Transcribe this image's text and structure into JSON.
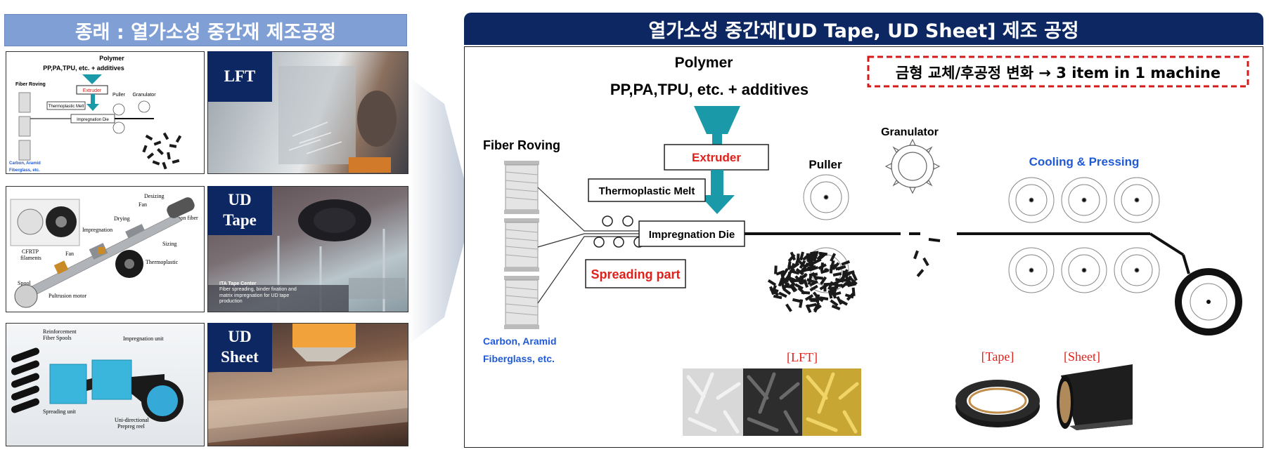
{
  "left": {
    "title": "종래 : 열가소성 중간재 제조공정",
    "rows": [
      {
        "label_lines": [
          "LFT"
        ],
        "diagram": {
          "polymer": "Polymer",
          "ingredients": "PP,PA,TPU, etc. + additives",
          "extruder": "Extruder",
          "fiber_roving": "Fiber Roving",
          "thermoplastic_melt": "Thermoplastic Melt",
          "impregnation_die": "Impregnation Die",
          "puller": "Puller",
          "granulator": "Granulator",
          "carbon": "Carbon, Aramid",
          "fiberglass": "Fiberglass, etc."
        }
      },
      {
        "label_lines": [
          "UD",
          "Tape"
        ],
        "diagram": {
          "desizing": "Desizing",
          "fan_top": "Fan",
          "carbon_fiber": "Carbon fiber",
          "drying": "Drying",
          "impregnation": "Impregnation",
          "sizing": "Sizing",
          "cfrtp": "CFRTP",
          "filaments": "filaments",
          "fan_bottom": "Fan",
          "thermoplastic": "Thermoplastic",
          "spool": "Spool",
          "pultrusion_motor": "Pultrusion motor"
        },
        "photo_caption_title": "ITA Tape Center",
        "photo_caption_body": "Fiber spreading, binder fixation and matrix impregnation for UD tape production"
      },
      {
        "label_lines": [
          "UD",
          "Sheet"
        ],
        "diagram": {
          "reinforcement": "Reinforcement",
          "fiber_spools": "Fiber Spools",
          "impregnation_unit": "Impregnation unit",
          "spreading_unit": "Spreading unit",
          "uni_directional": "Uni-directional",
          "prepreg_reel": "Prepreg reel"
        }
      }
    ]
  },
  "right": {
    "title": "열가소성 중간재[UD Tape, UD Sheet] 제조 공정",
    "notice": "금형 교체/후공정 변화 → 3 item in 1 machine",
    "polymer": "Polymer",
    "ingredients": "PP,PA,TPU, etc. + additives",
    "extruder": "Extruder",
    "fiber_roving": "Fiber Roving",
    "thermoplastic_melt": "Thermoplastic Melt",
    "impregnation_die": "Impregnation Die",
    "spreading_part": "Spreading part",
    "puller": "Puller",
    "granulator": "Granulator",
    "cooling_pressing": "Cooling & Pressing",
    "carbon": "Carbon, Aramid",
    "fiberglass": "Fiberglass, etc.",
    "products": {
      "lft": "[LFT]",
      "tape": "[Tape]",
      "sheet": "[Sheet]"
    }
  },
  "colors": {
    "navy": "#0d2763",
    "header_blue": "#7f9fd5",
    "teal": "#1a9aa8",
    "red": "#e0201a",
    "blue_text": "#1f5ad6",
    "arrow_grey": "#c9d1dd"
  }
}
